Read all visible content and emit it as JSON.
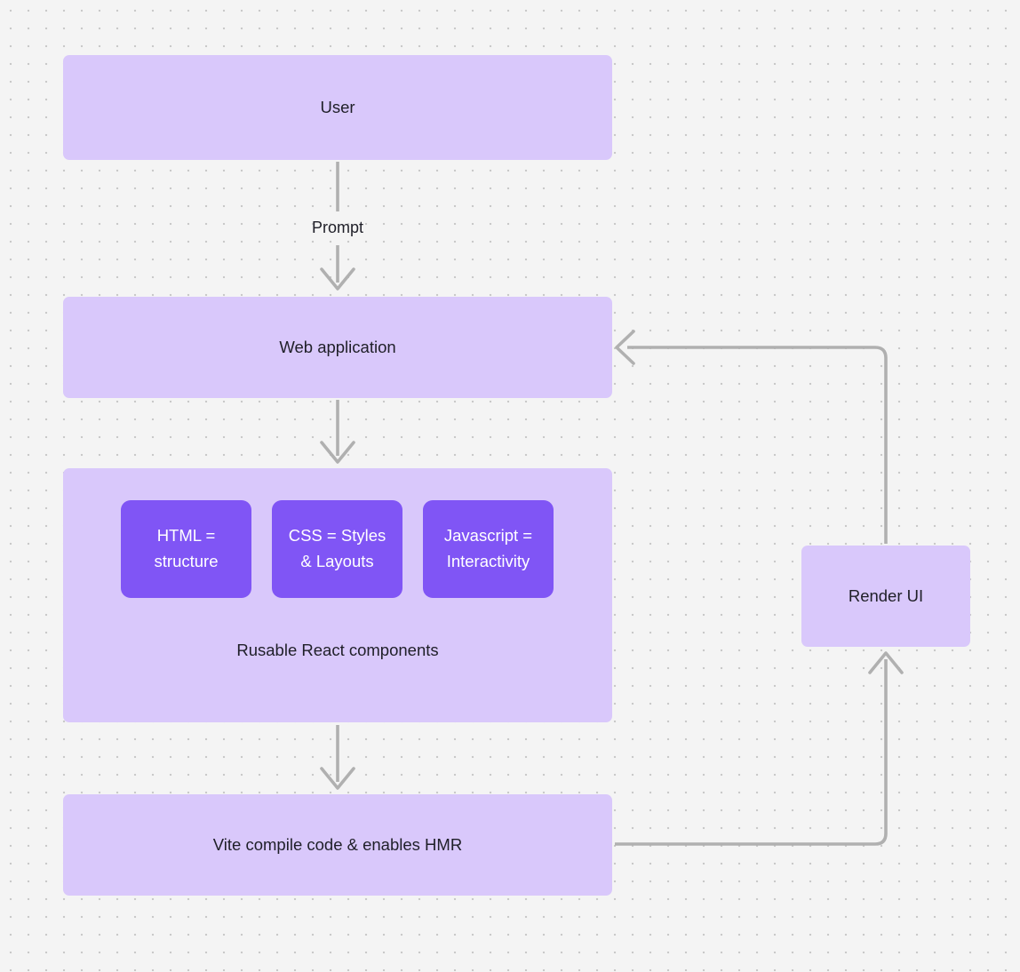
{
  "canvas": {
    "background_color": "#f4f4f4",
    "dot_color": "#c9c9c9",
    "node_fill": "#d9c8fb",
    "chip_fill": "#8055f5",
    "edge_color": "#b0b0b0",
    "text_color": "#1f1f28",
    "chip_text_color": "#ffffff"
  },
  "nodes": {
    "user": {
      "label": "User"
    },
    "web_application": {
      "label": "Web application"
    },
    "components_group": {
      "caption": "Rusable React components"
    },
    "html_chip": {
      "line1": "HTML =",
      "line2": "structure"
    },
    "css_chip": {
      "line1": "CSS = Styles",
      "line2": "& Layouts"
    },
    "js_chip": {
      "line1": "Javascript =",
      "line2": "Interactivity"
    },
    "vite": {
      "label": "Vite compile code & enables HMR"
    },
    "render_ui": {
      "label": "Render UI"
    }
  },
  "edges": {
    "user_to_web": {
      "label": "Prompt"
    },
    "web_to_components": {
      "label": ""
    },
    "components_to_vite": {
      "label": ""
    },
    "vite_to_render": {
      "label": ""
    },
    "render_to_web": {
      "label": ""
    }
  }
}
